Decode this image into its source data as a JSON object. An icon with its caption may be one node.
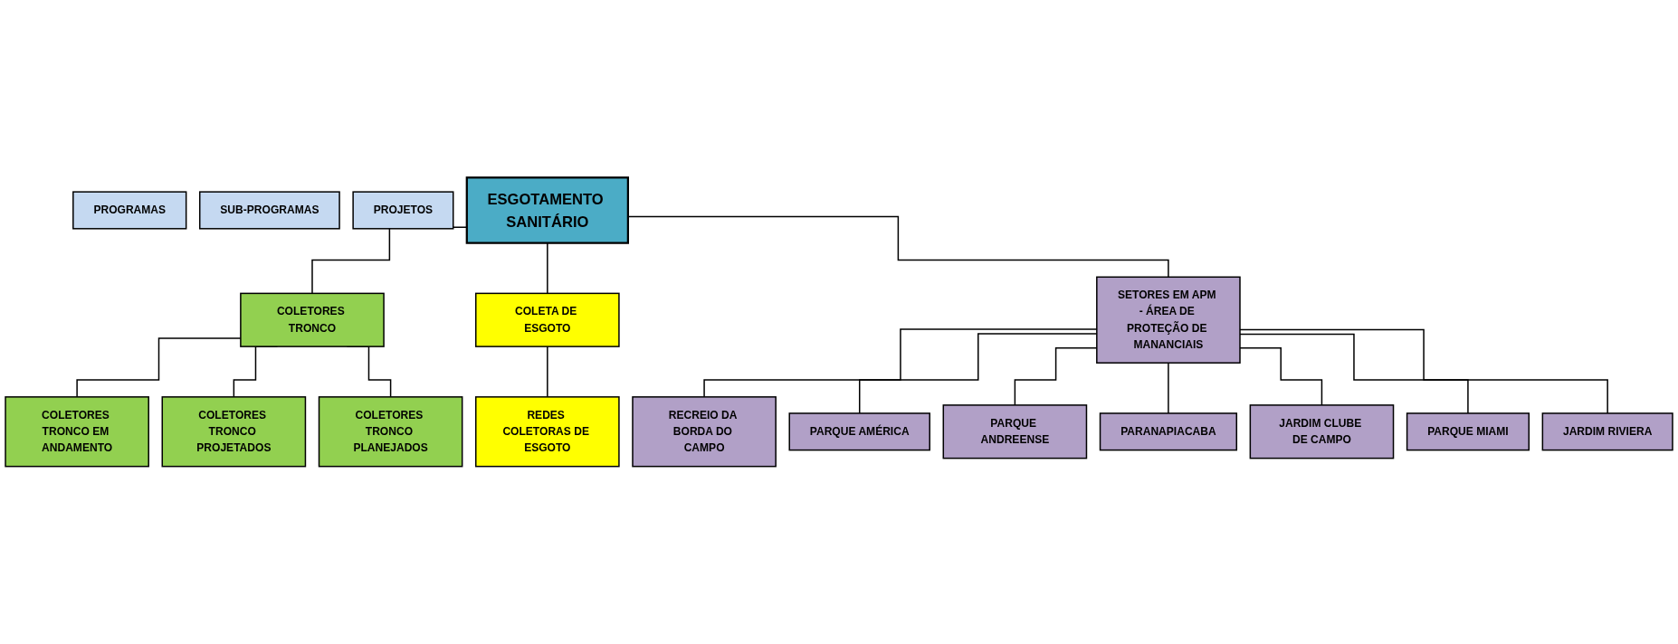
{
  "diagram": {
    "nodes": [
      {
        "text": [
          "PROGRAMAS"
        ]
      },
      {
        "text": [
          "SUB-PROGRAMAS"
        ]
      },
      {
        "text": [
          "PROJETOS"
        ]
      },
      {
        "text": [
          "ESGOTAMENTO SANITÁRIO"
        ]
      },
      {
        "text": [
          "COLETORES TRONCO"
        ]
      },
      {
        "text": [
          "COLETA DE ESGOTO"
        ]
      },
      {
        "text": [
          "SETORES EM APM - ÁREA DE PROTEÇÃO DE MANANCIAIS"
        ]
      },
      {
        "text": [
          "COLETORES TRONCO EM ANDAMENTO"
        ]
      },
      {
        "text": [
          "COLETORES TRONCO PROJETADOS"
        ]
      },
      {
        "text": [
          "COLETORES TRONCO PLANEJADOS"
        ]
      },
      {
        "text": [
          "REDES COLETORAS DE ESGOTO"
        ]
      },
      {
        "text": [
          "RECREIO DA BORDA DO CAMPO"
        ]
      },
      {
        "text": [
          "PARQUE AMÉRICA"
        ]
      },
      {
        "text": [
          "PARQUE ANDREENSE"
        ]
      },
      {
        "text": [
          "PARANAPIACABA"
        ]
      },
      {
        "text": [
          "JARDIM CLUBE DE CAMPO"
        ]
      },
      {
        "text": [
          "PARQUE MIAMI"
        ]
      },
      {
        "text": [
          "JARDIM RIVIERA"
        ]
      }
    ],
    "edges": [
      {
        "from": 3,
        "to": 4,
        "arrow": "none"
      },
      {
        "from": 3,
        "to": 5,
        "arrow": "none"
      },
      {
        "from": 3,
        "to": 6,
        "arrow": "none"
      },
      {
        "from": 4,
        "to": 7,
        "arrow": "none"
      },
      {
        "from": 4,
        "to": 8,
        "arrow": "none"
      },
      {
        "from": 4,
        "to": 9,
        "arrow": "none"
      },
      {
        "from": 5,
        "to": 10,
        "arrow": "none"
      },
      {
        "from": 6,
        "to": 11,
        "arrow": "none"
      },
      {
        "from": 6,
        "to": 12,
        "arrow": "none"
      },
      {
        "from": 6,
        "to": 13,
        "arrow": "none"
      },
      {
        "from": 6,
        "to": 14,
        "arrow": "none"
      },
      {
        "from": 6,
        "to": 15,
        "arrow": "none"
      },
      {
        "from": 6,
        "to": 16,
        "arrow": "none"
      },
      {
        "from": 6,
        "to": 17,
        "arrow": "none"
      }
    ]
  }
}
